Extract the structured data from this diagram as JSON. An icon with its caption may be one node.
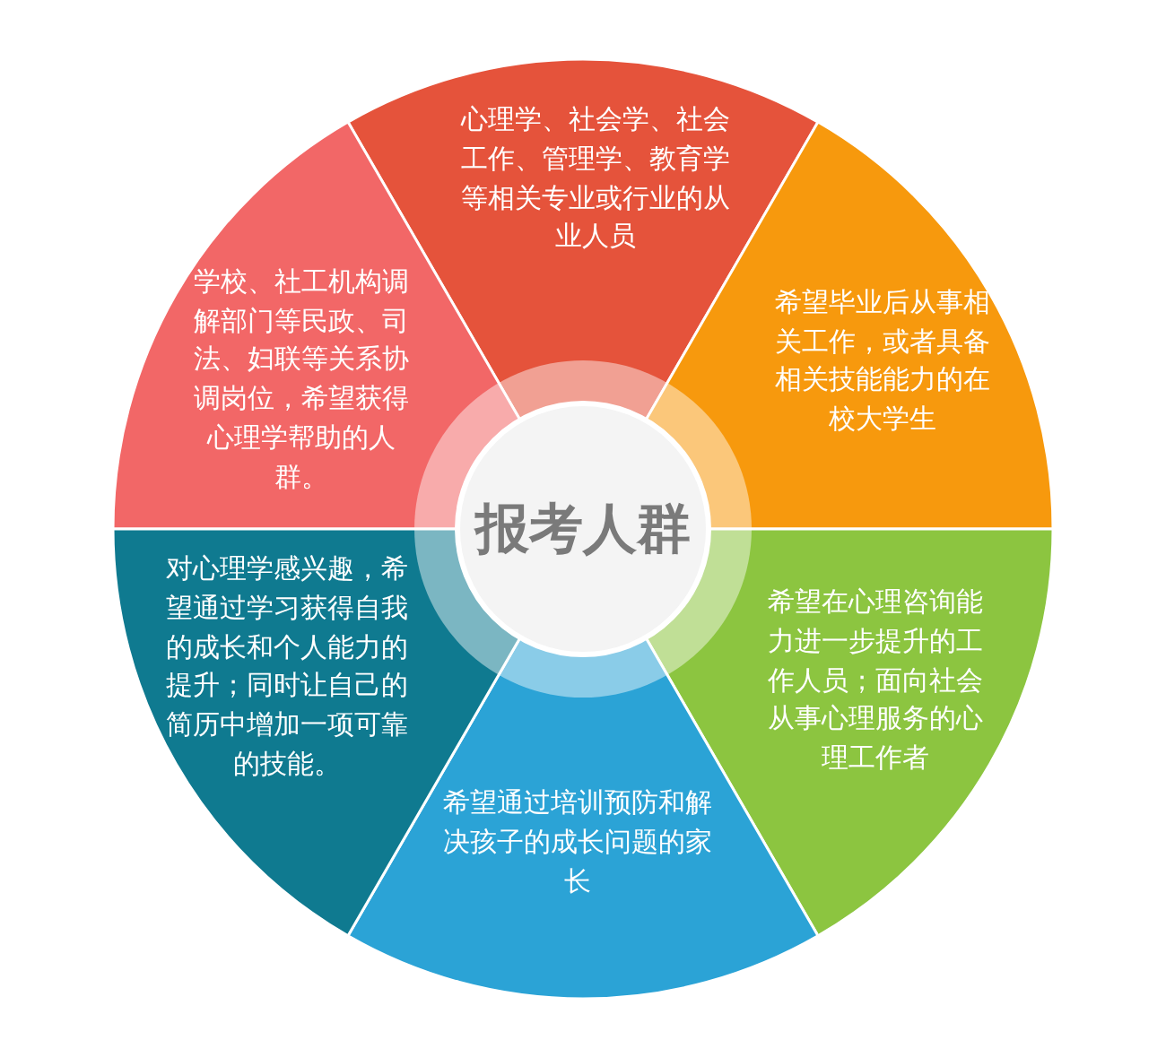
{
  "diagram": {
    "nodes": [
      {
        "text": [
          "报考人群"
        ]
      },
      {
        "text": [
          "心理学、社会学、社会工作、管理学、教育学等相关专业或行业的从业人员"
        ]
      },
      {
        "text": [
          "希望毕业后从事相关工作，或者具备相关技能能力的在校大学生"
        ]
      },
      {
        "text": [
          "希望在心理咨询能力进一步提升的工作人员；面向社会从事心理服务的心理工作者"
        ]
      },
      {
        "text": [
          "希望通过培训预防和解决孩子的成长问题的家长"
        ]
      },
      {
        "text": [
          "对心理学感兴趣，希望通过学习获得自我的成长和个人能力的提升；同时让自己的简历中增加一项可靠的技能。"
        ]
      },
      {
        "text": [
          "学校、社工机构调解部门等民政、司法、妇联等关系协调岗位，希望获得心理学帮助的人群。"
        ]
      }
    ]
  }
}
